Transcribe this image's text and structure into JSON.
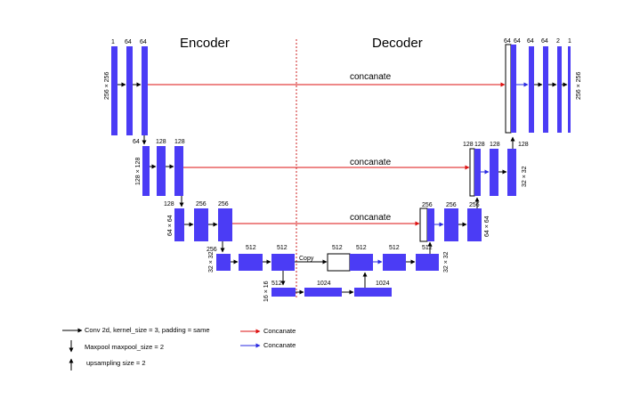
{
  "colors": {
    "block": "#4b3cf5",
    "copy_arrow": "#dd1111",
    "skip_arrow": "#2a2ae0",
    "divider": "#cc2222"
  },
  "headers": {
    "encoder": "Encoder",
    "decoder": "Decoder"
  },
  "encoder": {
    "l1": {
      "c0": "1",
      "c1": "64",
      "c2": "64",
      "size": "256 × 256"
    },
    "l2": {
      "c0": "64",
      "c1": "128",
      "c2": "128",
      "size": "128 × 128"
    },
    "l3": {
      "c0": "128",
      "c1": "256",
      "c2": "256",
      "size": "64 × 64"
    },
    "l4": {
      "c0": "256",
      "c1": "512",
      "c2": "512",
      "size": "32 × 32"
    },
    "bottleneck": {
      "c0": "512",
      "c1": "1024",
      "c2": "1024",
      "size": "16 × 16"
    }
  },
  "decoder": {
    "l4": {
      "c0": "512",
      "c1": "512",
      "c2": "512",
      "c3": "512",
      "size": "32 × 32"
    },
    "l3": {
      "c0": "256",
      "c1": "256",
      "c2": "256",
      "size": "64 × 64"
    },
    "l2": {
      "c0": "128",
      "c1": "128",
      "c2": "128",
      "c3": "128",
      "size": "32 × 32"
    },
    "l1": {
      "c0": "64",
      "c1": "64",
      "c2": "64",
      "c3": "64",
      "c4": "2",
      "c5": "1",
      "size": "256 × 256"
    }
  },
  "skips": {
    "label": "concanate",
    "copy_label": "Copy"
  },
  "legend": {
    "conv": "Conv 2d, kernel_size = 3, padding = same",
    "maxpool": "Maxpool maxpool_size = 2",
    "upsampling": "upsampling size = 2",
    "concat_red": "Concanate",
    "concat_blue": "Concanate"
  }
}
